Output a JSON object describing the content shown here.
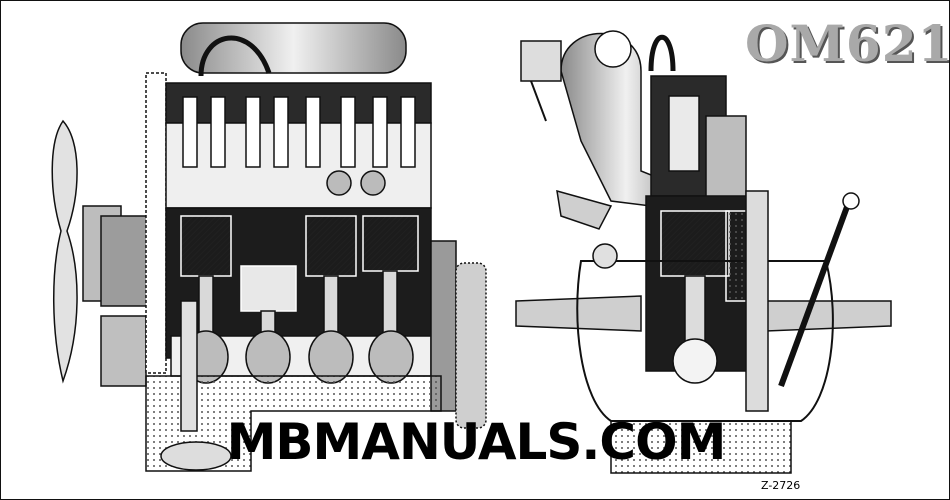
{
  "labels": {
    "model": "OM621",
    "watermark": "MBMANUALS.COM",
    "figure_code": "Z-2726"
  },
  "colors": {
    "ink": "#111111",
    "metal_light": "#d9d9d9",
    "metal_mid": "#a8a8a8",
    "metal_dark": "#6a6a6a",
    "logo_grey": "#a9a9a9"
  }
}
